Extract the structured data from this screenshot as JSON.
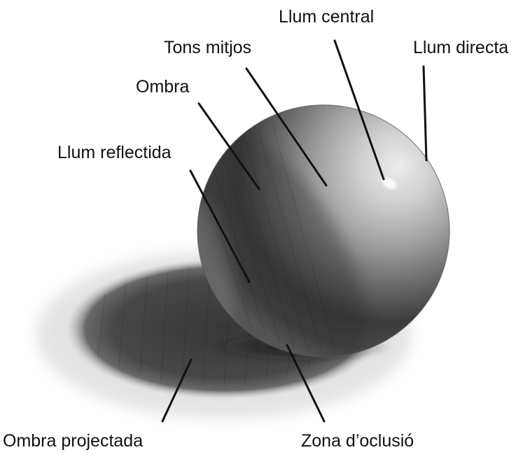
{
  "diagram": {
    "labels": {
      "llum_central": "Llum central",
      "tons_mitjos": "Tons mitjos",
      "llum_directa": "Llum directa",
      "ombra": "Ombra",
      "llum_reflectida": "Llum reflectida",
      "ombra_projectada": "Ombra projectada",
      "zona_oclusio": "Zona d’oclusió"
    }
  }
}
